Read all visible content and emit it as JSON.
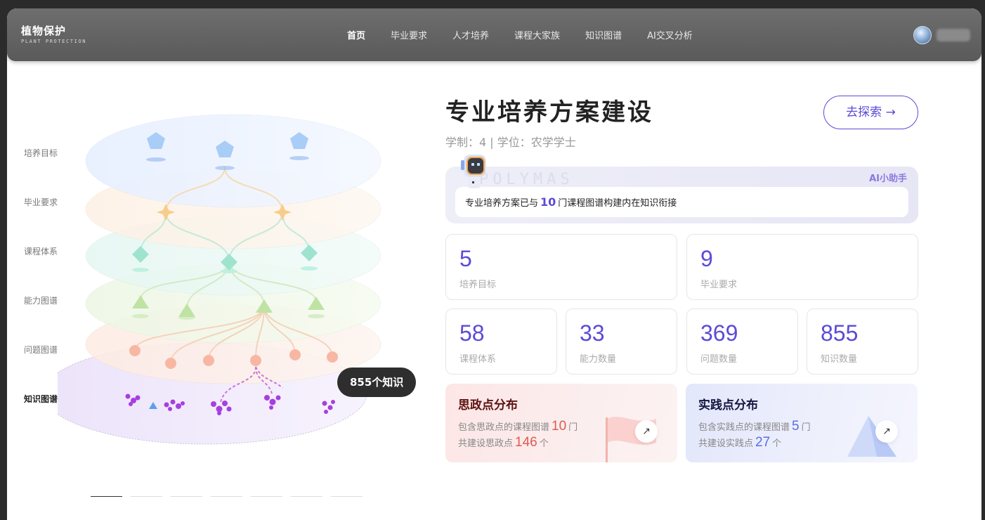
{
  "nav": {
    "logo_cn": "植物保护",
    "logo_en": "PLANT PROTECTION",
    "links": [
      "首页",
      "毕业要求",
      "人才培养",
      "课程大家族",
      "知识图谱",
      "AI交叉分析"
    ]
  },
  "diagram": {
    "layers": [
      "培养目标",
      "毕业要求",
      "课程体系",
      "能力图谱",
      "问题图谱",
      "知识图谱"
    ],
    "badge": "855个知识"
  },
  "main": {
    "title": "专业培养方案建设",
    "subtitle": "学制：4 | 学位：农学学士",
    "explore_label": "去探索 →"
  },
  "ai": {
    "watermark": "POLYMAS",
    "tag": "AI小助手",
    "msg_prefix": "专业培养方案已与",
    "msg_num": "10",
    "msg_suffix": "门课程图谱构建内在知识衔接"
  },
  "stats": [
    {
      "value": "5",
      "label": "培养目标"
    },
    {
      "value": "9",
      "label": "毕业要求"
    },
    {
      "value": "58",
      "label": "课程体系"
    },
    {
      "value": "33",
      "label": "能力数量"
    },
    {
      "value": "369",
      "label": "问题数量"
    },
    {
      "value": "855",
      "label": "知识数量"
    }
  ],
  "ideology": {
    "title": "思政点分布",
    "line1_prefix": "包含思政点的课程图谱",
    "line1_num": "10",
    "line1_unit": "门",
    "line2_prefix": "共建设思政点",
    "line2_num": "146",
    "line2_unit": "个"
  },
  "practice": {
    "title": "实践点分布",
    "line1_prefix": "包含实践点的课程图谱",
    "line1_num": "5",
    "line1_unit": "门",
    "line2_prefix": "共建设实践点",
    "line2_num": "27",
    "line2_unit": "个"
  },
  "colors": {
    "accent": "#5b4bd6",
    "nav_bg": "#636363",
    "ideology_accent": "#e05a4f",
    "practice_accent": "#5b6de0"
  }
}
